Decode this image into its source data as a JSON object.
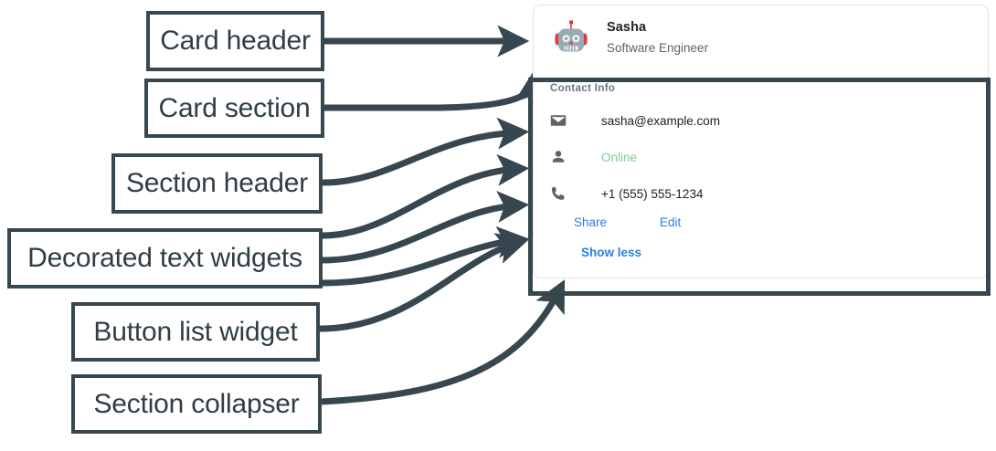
{
  "annotations": {
    "labels": [
      {
        "id": "card-header",
        "text": "Card header"
      },
      {
        "id": "card-section",
        "text": "Card section"
      },
      {
        "id": "section-header",
        "text": "Section header"
      },
      {
        "id": "decorated-text",
        "text": "Decorated text widgets"
      },
      {
        "id": "button-list",
        "text": "Button list widget"
      },
      {
        "id": "collapser",
        "text": "Section collapser"
      }
    ],
    "stroke_color": "#37474f"
  },
  "card": {
    "header": {
      "avatar_icon": "robot-avatar-icon",
      "name": "Sasha",
      "role": "Software Engineer"
    },
    "section": {
      "header": "Contact Info",
      "rows": [
        {
          "icon": "mail-icon",
          "text": "sasha@example.com",
          "color": "#202124"
        },
        {
          "icon": "person-icon",
          "text": "Online",
          "color": "#7ece84"
        },
        {
          "icon": "phone-icon",
          "text": "+1 (555) 555-1234",
          "color": "#202124"
        }
      ],
      "buttons": [
        {
          "label": "Share"
        },
        {
          "label": "Edit"
        }
      ],
      "collapser": {
        "label": "Show less"
      }
    }
  },
  "colors": {
    "accent_link": "#2b7de9",
    "status_online": "#7ece84",
    "annotation": "#37474f",
    "icon_gray": "#5f6368",
    "card_border": "#e4e4e4"
  }
}
